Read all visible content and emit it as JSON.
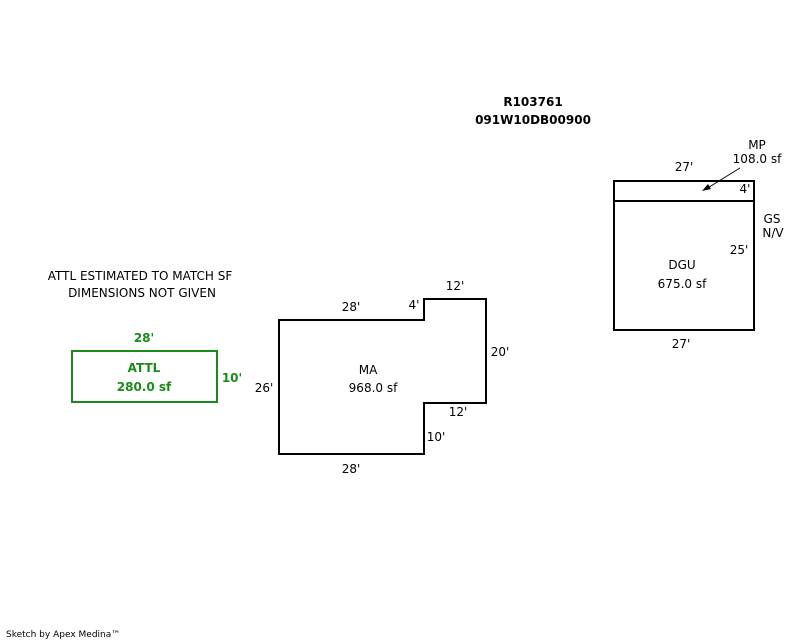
{
  "header": {
    "parcel_id": "R103761",
    "account_id": "091W10DB00900"
  },
  "notes": {
    "line1": "ATTL ESTIMATED TO MATCH SF",
    "line2": "DIMENSIONS NOT GIVEN"
  },
  "attl": {
    "label": "ATTL",
    "area": "280.0 sf",
    "dim_top": "28'",
    "dim_right": "10'",
    "color": "#1a8a1a"
  },
  "ma": {
    "label": "MA",
    "area": "968.0 sf",
    "dim_top": "28'",
    "dim_notch_vertical": "4'",
    "dim_top_right": "12'",
    "dim_right": "20'",
    "dim_lower_step": "12'",
    "dim_lower_vertical": "10'",
    "dim_bottom": "28'",
    "dim_left": "26'"
  },
  "dgu": {
    "label": "DGU",
    "area": "675.0 sf",
    "dim_top": "27'",
    "dim_right": "25'",
    "dim_bottom": "27'",
    "mp_label": "MP",
    "mp_area": "108.0 sf",
    "mp_depth": "4'",
    "gs_label": "GS",
    "gs_value": "N/V"
  },
  "footer": {
    "credit": "Sketch by Apex Medina™"
  }
}
